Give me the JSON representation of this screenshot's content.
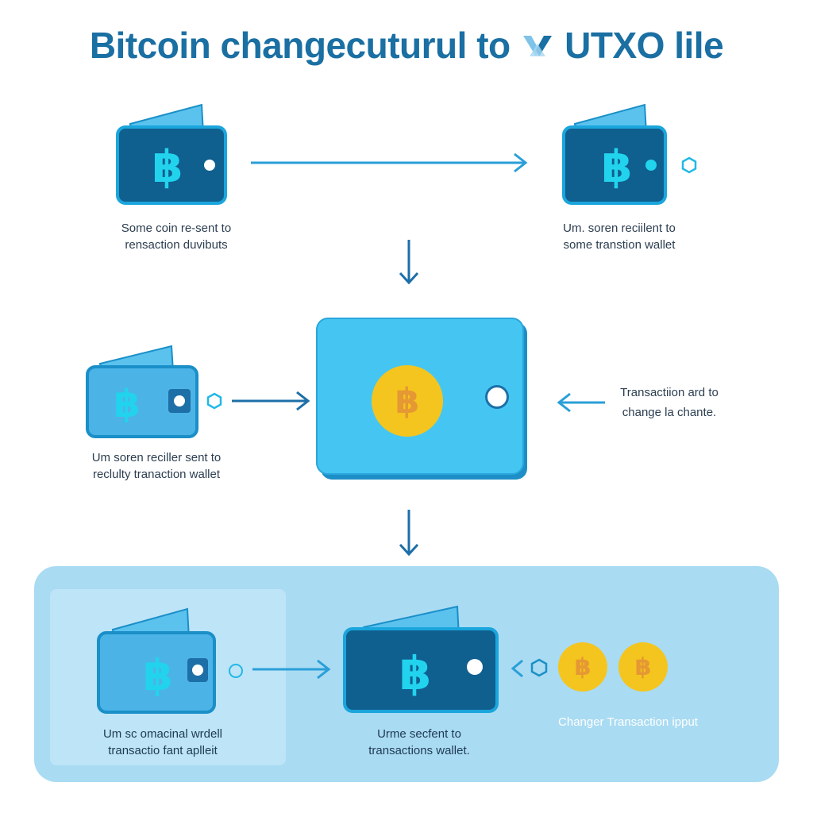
{
  "title": {
    "part1": "Bitcoin changecuturul to",
    "part2": "UTXO lile"
  },
  "labels": {
    "top_left": [
      "Some coin re-sent to",
      "rensaction duvibuts"
    ],
    "top_right": [
      "Um. soren reciilent to",
      "some transtion wallet"
    ],
    "mid_left": [
      "Um soren reciller sent to",
      "reclulty tranaction wallet"
    ],
    "mid_right": [
      "Transactiion ard to",
      "change la chante."
    ],
    "bottom_left": [
      "Um sc omacinal wrdell",
      "transactio fant aplleit"
    ],
    "bottom_mid": [
      "Urme secfent to",
      "transactions wallet."
    ],
    "bottom_right": [
      "Changer Transaction ipput"
    ]
  },
  "icons": {
    "bitcoin_symbol": "฿",
    "wallet": "wallet-icon",
    "coin": "bitcoin-coin-icon",
    "arrow": "arrow-icon"
  },
  "colors": {
    "title": "#1a6fa3",
    "wallet_dark": "#0f5f8f",
    "wallet_border": "#1aa6dc",
    "wallet_light": "#4cb3e6",
    "bitcoin_cyan": "#22d3ee",
    "coin_gold": "#f4c51e",
    "arrow": "#2a9fd8",
    "arrow_dark": "#1d6fa8",
    "panel_bg": "#a9dbf3",
    "big_wallet": "#45c6f2"
  }
}
